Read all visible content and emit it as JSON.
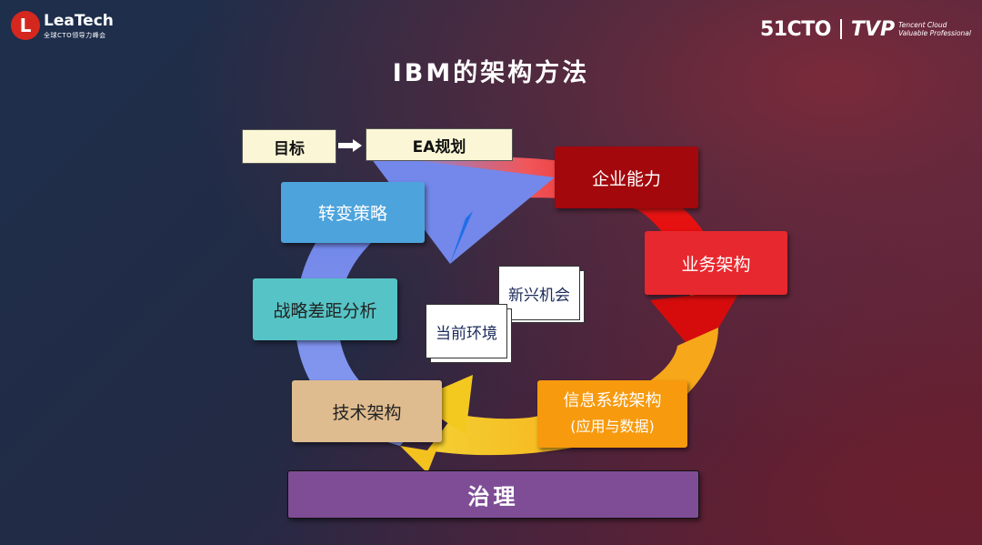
{
  "logo_left": {
    "mark": "L",
    "name": "LeaTech",
    "subtitle": "全球CTO领导力峰会"
  },
  "logo_right": {
    "brand_51cto": "51CTO",
    "brand_tvp": "TVP",
    "tencent_line1": "Tencent Cloud",
    "tencent_line2": "Valuable Professional"
  },
  "title": "IBM的架构方法",
  "tags": {
    "goal": "目标",
    "ea_plan": "EA规划"
  },
  "boxes": {
    "enterprise_capability": "企业能力",
    "business_architecture": "业务架构",
    "info_system_architecture": "信息系统架构",
    "info_system_subtitle": "(应用与数据)",
    "technical_architecture": "技术架构",
    "strategy_gap_analysis": "战略差距分析",
    "transformation_strategy": "转变策略"
  },
  "notes": {
    "current_environment": "当前环境",
    "emerging_opportunities": "新兴机会"
  },
  "governance": "治理",
  "colors": {
    "enterprise_capability": "#a3080d",
    "business_architecture": "#e7282e",
    "info_system_architecture": "#f79a0e",
    "technical_architecture": "#dfbc8f",
    "strategy_gap_analysis": "#56c4c6",
    "transformation_strategy": "#4da3dc",
    "governance": "#7f4d96"
  }
}
